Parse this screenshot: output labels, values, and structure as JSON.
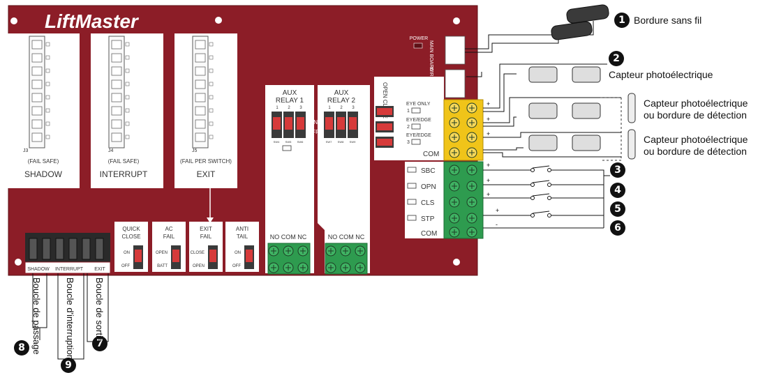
{
  "brand": "LiftMaster",
  "colors": {
    "board": "#8c1d27",
    "board_dark": "#6e141c",
    "switch_red": "#d63a3a",
    "terminal_green": "#2e9b4f",
    "terminal_yellow": "#f0c419",
    "panel": "#ffffff"
  },
  "connectors": [
    {
      "ref": "J3",
      "mode": "(FAIL SAFE)",
      "name": "SHADOW"
    },
    {
      "ref": "J4",
      "mode": "(FAIL SAFE)",
      "name": "INTERRUPT"
    },
    {
      "ref": "J5",
      "mode": "(FAIL PER SWITCH)",
      "name": "EXIT"
    }
  ],
  "power_label": "POWER",
  "headers": {
    "main_board": "MAIN BOARD",
    "wireless_edge": "WIRELESS EDGE"
  },
  "relays": [
    {
      "title_1": "AUX",
      "title_2": "RELAY 1",
      "nums": [
        "1",
        "2",
        "3"
      ],
      "sw": [
        "SW4",
        "SW5",
        "SW6"
      ],
      "terminals": "NO COM NC"
    },
    {
      "title_1": "AUX",
      "title_2": "RELAY 2",
      "nums": [
        "1",
        "2",
        "3"
      ],
      "sw": [
        "SW7",
        "SW8",
        "SW9"
      ],
      "terminals": "NO COM NC"
    }
  ],
  "on_off": {
    "on": "ON",
    "off": "OFF"
  },
  "open_close_label": "OPEN CLOSE",
  "eye_inputs": [
    {
      "line1": "EYE ONLY",
      "line2": "1"
    },
    {
      "line1": "EYE/EDGE",
      "line2": "2"
    },
    {
      "line1": "EYE/EDGE",
      "line2": "3"
    }
  ],
  "eye_com": "COM",
  "green_inputs": [
    "SBC",
    "OPN",
    "CLS",
    "STP",
    "COM"
  ],
  "bottom_switches": [
    {
      "title_1": "QUICK",
      "title_2": "CLOSE",
      "top": "ON",
      "bottom": "OFF"
    },
    {
      "title_1": "AC",
      "title_2": "FAIL",
      "top": "OPEN",
      "bottom": "BATT"
    },
    {
      "title_1": "EXIT",
      "title_2": "FAIL",
      "top": "CLOSE",
      "bottom": "OPEN"
    },
    {
      "title_1": "ANTI",
      "title_2": "TAIL",
      "top": "ON",
      "bottom": "OFF"
    }
  ],
  "loop_terminals": [
    "SHADOW",
    "INTERRUPT",
    "EXIT"
  ],
  "loop_captions": [
    "Boucle de passage",
    "Boucle d'interruption",
    "Boucle de sortie"
  ],
  "callouts": {
    "c1": "Bordure sans fil",
    "c2": "Capteur photoélectrique",
    "c3a": "Capteur photoélectrique",
    "c3b": "ou bordure de détection",
    "c4a": "Capteur photoélectrique",
    "c4b": "ou bordure de détection"
  },
  "badges": [
    "1",
    "2",
    "3",
    "4",
    "5",
    "6",
    "7",
    "8",
    "9"
  ],
  "polarity": {
    "plus": "+",
    "minus": "-"
  }
}
